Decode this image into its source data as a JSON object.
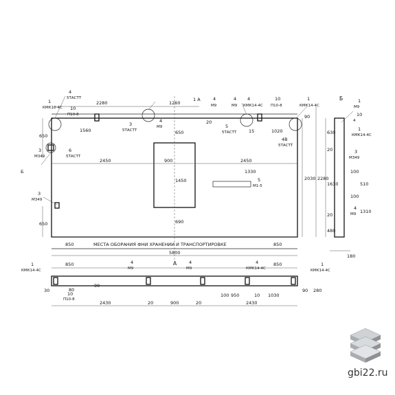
{
  "watermark": {
    "text": "gbi22.ru"
  },
  "labels": {
    "a4_01": "4",
    "a4_02": "5ТАСТТ",
    "a1_01": "1",
    "a1_02": "КМК16-4С",
    "a10_01": "10",
    "a10_02": "П10-8",
    "d2280": "2280",
    "d1260": "1260",
    "d650a": "650",
    "d1560": "1560",
    "d4a": "4",
    "d4b": "М9",
    "d3a": "3",
    "d3b": "М349",
    "d6": "6",
    "d6b": "5ТАСТТ",
    "d3c": "3",
    "d3d": "5ТАСТТ",
    "sec_a_top": "1 А",
    "top4a": "4",
    "top4b": "М9",
    "top4c": "4",
    "top4d": "М9",
    "top4e": "4",
    "top4f": "КМК14-4С",
    "top10a": "10",
    "top10b": "П10-8",
    "top1a": "1",
    "top1b": "КМК14-4С",
    "d20a": "20",
    "d650b": "650",
    "d5a": "5",
    "d5b": "5ТАСТТ",
    "d15": "15",
    "d1020": "1020",
    "d4g": "4В",
    "d4h": "5ТАСТТ",
    "d2450l": "2450",
    "d900": "900",
    "d2450r": "2450",
    "d1450": "1450",
    "d1330": "1330",
    "d_5": "5",
    "d_m15": "М1-5",
    "d690": "690",
    "d650c": "650",
    "d2030": "2030",
    "d2280v": "2280",
    "d90v": "90",
    "d850l": "850",
    "place": "МЕСТА ОБОРАНИЯ ФНИ ХРАНЕНИИ И ТРАНСПОРТИРОВКЕ",
    "d850r": "850",
    "d5800": "5800",
    "arr_b": "Б",
    "m3a": "3",
    "m3b": "М349",
    "sb_title": "Б",
    "sb1": "1",
    "sb2": "М9",
    "sb3": "10",
    "sb4": "4",
    "sb5": "1",
    "sb6": "КМК14-4С",
    "sb630": "630",
    "sb20a": "20",
    "sb3b": "3",
    "sb3c": "М349",
    "sb100": "100",
    "sb1630": "1630",
    "sb510": "510",
    "sb1310": "1310",
    "sb100b": "100",
    "sb4b": "М9",
    "sb20b": "20",
    "sb480": "480",
    "sb180": "180",
    "bA": "А",
    "b850l": "850",
    "b850r": "850",
    "b4a": "4",
    "b4b": "М9",
    "b4c": "4",
    "b4d": "М9",
    "b4e": "4",
    "b4f": "КМК14-4С",
    "b1a": "1",
    "b1b": "КМК14-4С",
    "b1c": "1",
    "b1d": "КМК14-4С",
    "b80": "80",
    "b30": "30",
    "b10": "10",
    "b10b": "П10-8",
    "b90": "90",
    "b100": "100",
    "b950": "950",
    "b10c": "10",
    "b1030": "1030",
    "b90r": "90",
    "b280": "280",
    "b2430l": "2430",
    "b20a": "20",
    "b900": "900",
    "b20b": "20",
    "b2430r": "2430"
  }
}
